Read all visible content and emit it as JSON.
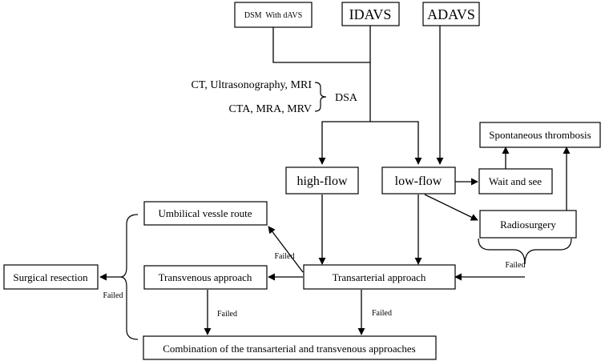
{
  "nodes": {
    "dsm": "DSM  With dAVS",
    "idavs": "IDAVS",
    "adavs": "ADAVS",
    "imaging_line1": "CT, Ultrasonography, MRI",
    "imaging_line2": "CTA, MRA, MRV",
    "dsa": "DSA",
    "high_flow": "high-flow",
    "low_flow": "low-flow",
    "spontaneous_thrombosis": "Spontaneous thrombosis",
    "wait_and_see": "Wait and see",
    "radiosurgery": "Radiosurgery",
    "umbilical_vessle_route": "Umbilical vessle route",
    "transarterial_approach": "Transarterial approach",
    "transvenous_approach": "Transvenous approach",
    "surgical_resection": "Surgical resection",
    "combination": "Combination of the transarterial and transvenous approaches"
  },
  "edge_labels": {
    "failed_umbilical": "Failed",
    "failed_radiosurgery": "Failed",
    "failed_surgical": "Failed",
    "failed_transvenous": "Failed",
    "failed_transarterial": "Failed"
  }
}
